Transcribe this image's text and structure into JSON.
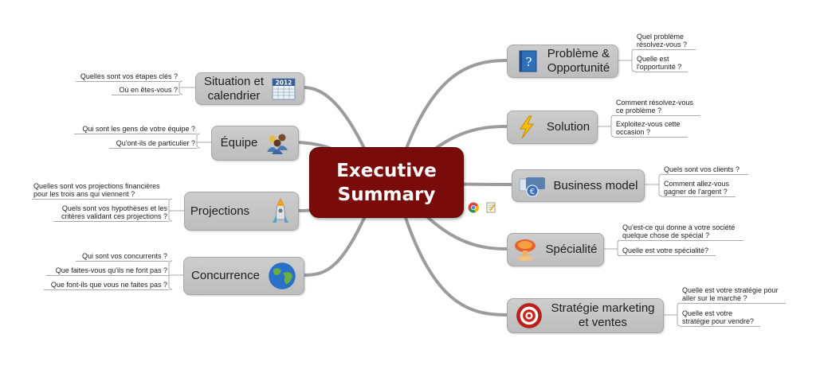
{
  "center": {
    "line1": "Executive",
    "line2": "Summary"
  },
  "nodes": {
    "situation": {
      "line1": "Situation et",
      "line2": "calendrier",
      "icon": "calendar-2012-icon",
      "icon_text": "2012",
      "leaves": [
        "Quelles sont vos étapes clés ?",
        "Où en êtes-vous ?"
      ]
    },
    "equipe": {
      "label": "Équipe",
      "icon": "team-icon",
      "leaves": [
        "Qui sont les gens de votre équipe ?",
        "Qu'ont-ils de particulier ?"
      ]
    },
    "projections": {
      "label": "Projections",
      "icon": "rocket-icon",
      "leaves": [
        [
          "Quelles sont vos projections financières",
          "pour les trois ans qui viennent ?"
        ],
        [
          "Quels sont vos hypothèses et les",
          "critères validant ces projections ?"
        ]
      ]
    },
    "concurrence": {
      "label": "Concurrence",
      "icon": "globe-icon",
      "leaves": [
        "Qui sont vos concurrents ?",
        "Que faites-vous qu'ils ne font pas ?",
        "Que font-ils que vous ne faites pas ?"
      ]
    },
    "probleme": {
      "line1": "Problème &",
      "line2": "Opportunité",
      "icon": "question-book-icon",
      "leaves": [
        [
          "Quel problème",
          "résolvez-vous ?"
        ],
        [
          "Quelle est",
          "l'opportunité ?"
        ]
      ]
    },
    "solution": {
      "label": "Solution",
      "icon": "lightning-icon",
      "leaves": [
        [
          "Comment résolvez-vous",
          "ce problème ?"
        ],
        [
          "Exploitez-vous cette",
          "occasion ?"
        ]
      ]
    },
    "business": {
      "label": "Business model",
      "icon": "euro-card-icon",
      "leaves": [
        "Quels sont vos clients ?",
        [
          "Comment allez-vous",
          "gagner de l'argent ?"
        ]
      ]
    },
    "specialite": {
      "label": "Spécialité",
      "icon": "explosion-icon",
      "leaves": [
        [
          "Qu'est-ce qui donne à votre société",
          "quelque chose de spécial ?"
        ],
        "Quelle est votre spécialité?"
      ]
    },
    "strategie": {
      "line1": "Stratégie marketing",
      "line2": "et ventes",
      "icon": "target-icon",
      "leaves": [
        [
          "Quelle est votre stratégie pour",
          "aller sur le marché ?"
        ],
        [
          "Quelle est votre",
          "stratégie pour vendre?"
        ]
      ]
    }
  },
  "center_icons": [
    "chrome-icon",
    "notes-icon"
  ],
  "colors": {
    "center": "#7a0b0b",
    "node": "#c4c4c4",
    "link": "#9a9a9a"
  }
}
